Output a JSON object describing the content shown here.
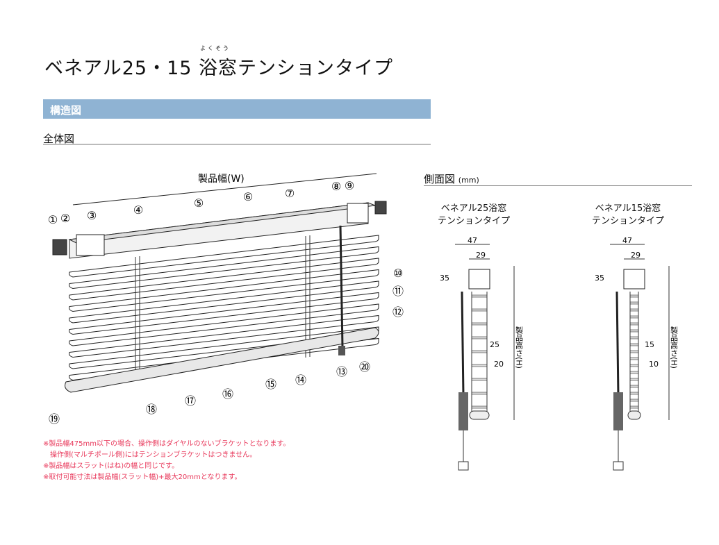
{
  "title": "ベネアル25・15 浴窓テンションタイプ",
  "title_ruby": "よくそう",
  "section_header": "構造図",
  "overall_label": "全体図",
  "side_label": "側面図",
  "side_unit": "(mm)",
  "width_label": "製品幅(W)",
  "callouts": [
    "①",
    "②",
    "③",
    "④",
    "⑤",
    "⑥",
    "⑦",
    "⑧",
    "⑨",
    "⑩",
    "⑪",
    "⑫",
    "⑬",
    "⑭",
    "⑮",
    "⑯",
    "⑰",
    "⑱",
    "⑲",
    "⑳"
  ],
  "side_views": [
    {
      "line1": "ベネアル25浴窓",
      "line2": "テンションタイプ",
      "dims": {
        "depth": "47",
        "head": "29",
        "head_h": "35",
        "slat_w": "25",
        "pitch": "20"
      },
      "height_label": "製品高さ(H)"
    },
    {
      "line1": "ベネアル15浴窓",
      "line2": "テンションタイプ",
      "dims": {
        "depth": "47",
        "head": "29",
        "head_h": "35",
        "slat_w": "15",
        "pitch": "10"
      },
      "height_label": "製品高さ(H)"
    }
  ],
  "notes": [
    "※製品幅475mm以下の場合、操作側はダイヤルのないブラケットとなります。",
    "操作側(マルチポール側)にはテンションブラケットはつきません。",
    "※製品幅はスラット(はね)の幅と同じです。",
    "※取付可能寸法は製品幅(スラット幅)+最大20mmとなります。"
  ],
  "colors": {
    "band": "#8fb3d3",
    "note": "#e8375a"
  }
}
